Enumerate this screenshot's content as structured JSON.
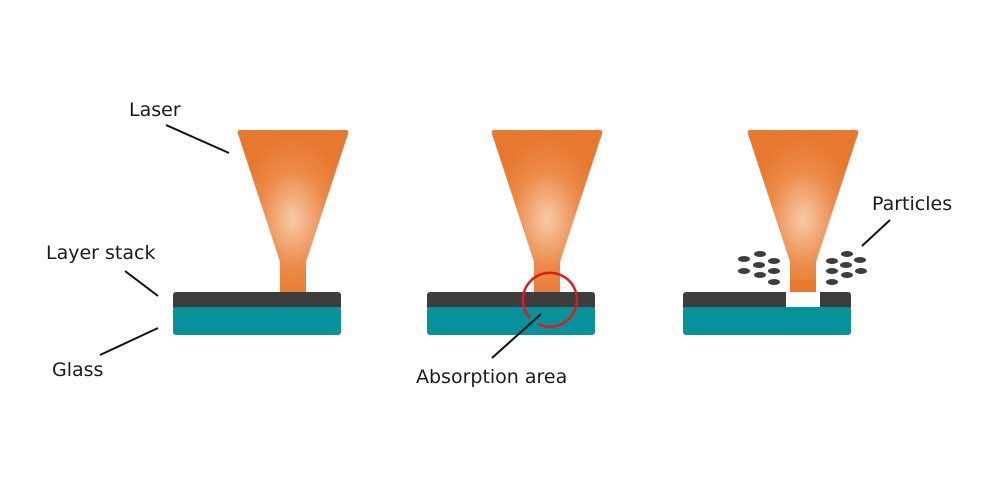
{
  "labels": {
    "laser": "Laser",
    "layer_stack": "Layer stack",
    "glass": "Glass",
    "absorption_area": "Absorption area",
    "particles": "Particles"
  },
  "colors": {
    "laser": "#e8782f",
    "laser_core": "#f6c2a0",
    "layer": "#3d3d3d",
    "glass": "#07919a",
    "highlight": "#dd1c1c"
  }
}
